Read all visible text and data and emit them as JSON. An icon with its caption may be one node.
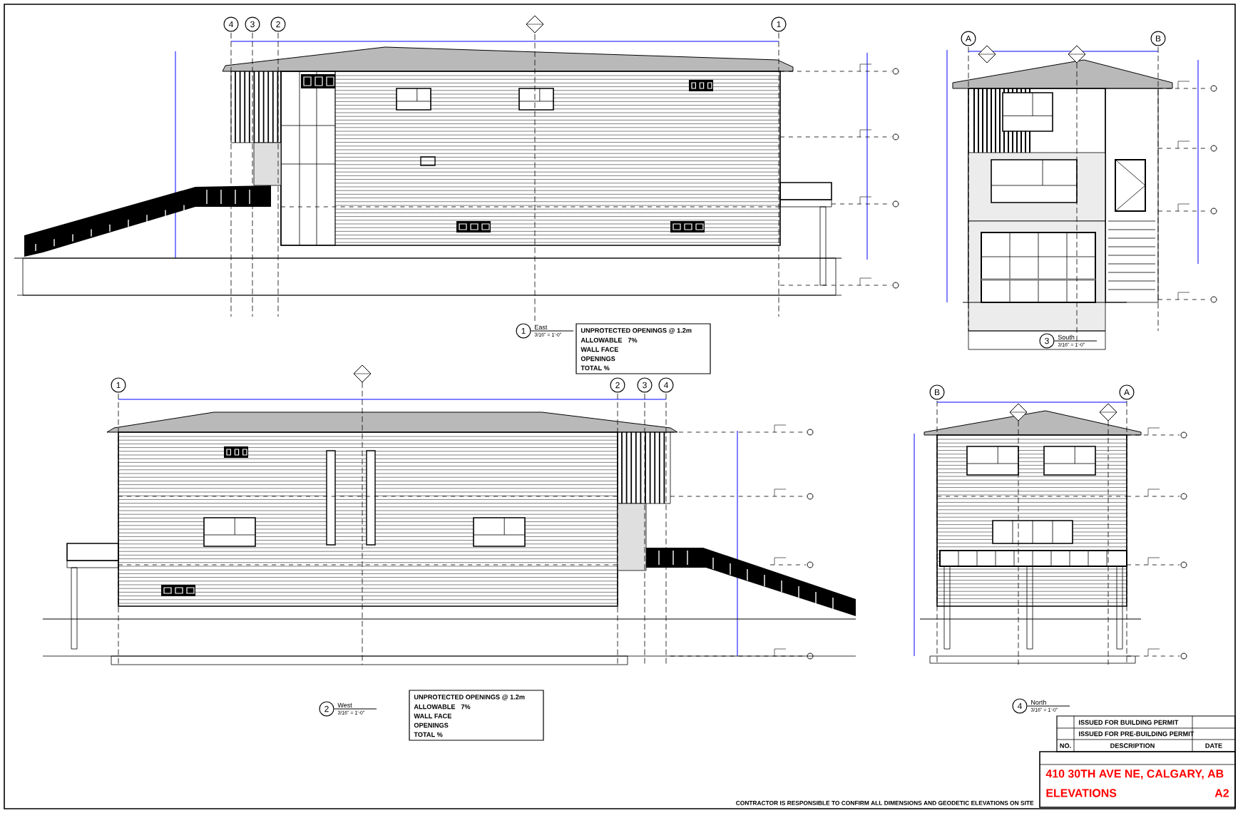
{
  "diagram": {
    "nodes": [
      {
        "text": [
          "4"
        ]
      },
      {
        "text": [
          "3"
        ]
      },
      {
        "text": [
          "2"
        ]
      },
      {
        "text": [
          "1"
        ]
      },
      {
        "text": [
          "A"
        ]
      },
      {
        "text": [
          "B"
        ]
      },
      {
        "text": [
          "1"
        ],
        "beside": [
          "East",
          "3/16\" = 1'-0\""
        ]
      },
      {
        "text": [
          "3"
        ],
        "beside": [
          "South",
          "3/16\" = 1'-0\""
        ]
      },
      {
        "text": [
          "1"
        ]
      },
      {
        "text": [
          "2"
        ]
      },
      {
        "text": [
          "3"
        ]
      },
      {
        "text": [
          "4"
        ]
      },
      {
        "text": [
          "B"
        ]
      },
      {
        "text": [
          "A"
        ]
      },
      {
        "text": [
          "2"
        ],
        "beside": [
          "West",
          "3/16\" = 1'-0\""
        ]
      },
      {
        "text": [
          "4"
        ],
        "beside": [
          "North",
          "3/16\" = 1'-0\""
        ]
      }
    ],
    "labels": [
      "UNPROTECTED OPENINGS @ 1.2m",
      "ALLOWABLE",
      "7%",
      "WALL FACE",
      "OPENINGS",
      "TOTAL %",
      "UNPROTECTED OPENINGS @ 1.2m",
      "ALLOWABLE",
      "7%",
      "WALL FACE",
      "OPENINGS",
      "TOTAL %",
      "ISSUED FOR BUILDING PERMIT",
      "ISSUED FOR PRE-BUILDING PERMIT",
      "NO.",
      "DESCRIPTION",
      "DATE",
      "410 30TH AVE NE, CALGARY, AB",
      "ELEVATIONS",
      "A2",
      "CONTRACTOR IS RESPONSIBLE TO CONFIRM ALL DIMENSIONS AND GEODETIC ELEVATIONS ON SITE"
    ]
  }
}
